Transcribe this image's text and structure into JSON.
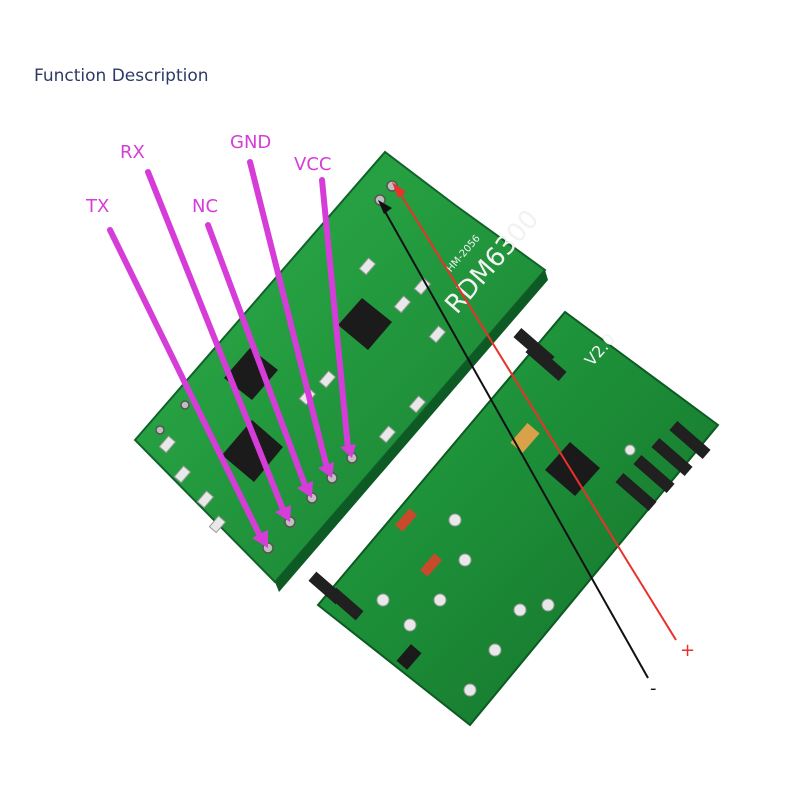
{
  "title": "Function Description",
  "pins": [
    {
      "label": "TX"
    },
    {
      "label": "RX"
    },
    {
      "label": "NC"
    },
    {
      "label": "GND"
    },
    {
      "label": "VCC"
    }
  ],
  "front_board": {
    "silkscreen_model": "RDM6300",
    "silkscreen_code": "HM-2056"
  },
  "back_board": {
    "silkscreen_version": "V2.0"
  },
  "polarity": {
    "positive": "+",
    "negative": "-"
  },
  "colors": {
    "pcb_green": "#1f9a3c",
    "callout_magenta": "#d63cd8",
    "positive_red": "#e8322b",
    "negative_black": "#111111"
  }
}
